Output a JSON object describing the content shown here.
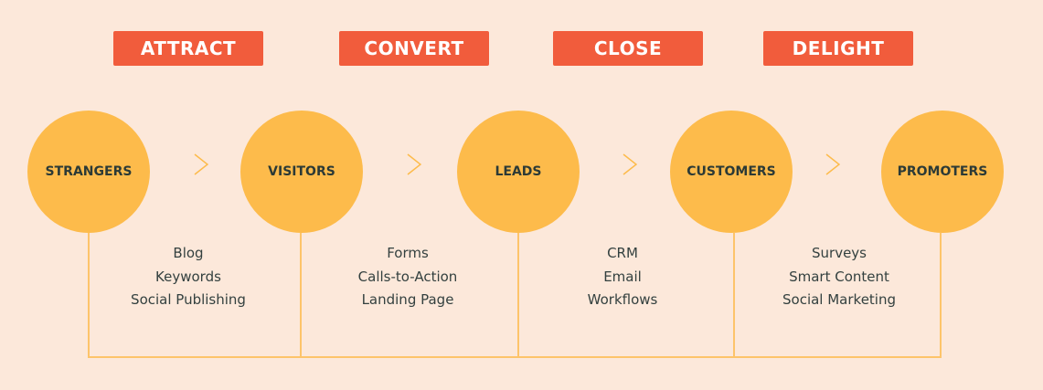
{
  "stages": [
    "ATTRACT",
    "CONVERT",
    "CLOSE",
    "DELIGHT"
  ],
  "nodes": [
    "STRANGERS",
    "VISITORS",
    "LEADS",
    "CUSTOMERS",
    "PROMOTERS"
  ],
  "tools": [
    [
      "Blog",
      "Keywords",
      "Social Publishing"
    ],
    [
      "Forms",
      "Calls-to-Action",
      "Landing Page"
    ],
    [
      "CRM",
      "Email",
      "Workflows"
    ],
    [
      "Surveys",
      "Smart Content",
      "Social Marketing"
    ]
  ],
  "colors": {
    "background": "#fce8da",
    "stage": "#f15c3c",
    "node": "#fdbb4b",
    "text": "#33403f"
  }
}
